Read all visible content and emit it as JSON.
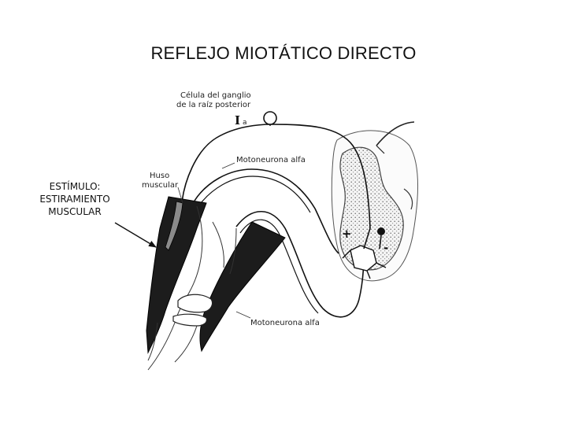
{
  "title": "REFLEJO MIOTÁTICO DIRECTO",
  "stimulus": {
    "line1": "ESTÍMULO:",
    "line2": "ESTIRAMIENTO",
    "line3": "MUSCULAR"
  },
  "figure": {
    "ganglion_label_line1": "Célula del ganglio",
    "ganglion_label_line2": "de la raíz posterior",
    "fiber_type_main": "I",
    "fiber_type_sub": "a",
    "motoneuron_upper": "Motoneurona alfa",
    "spindle_line1": "Huso",
    "spindle_line2": "muscular",
    "motoneuron_lower": "Motoneurona alfa",
    "excitatory_sign": "+",
    "inhibitory_sign": "-"
  }
}
